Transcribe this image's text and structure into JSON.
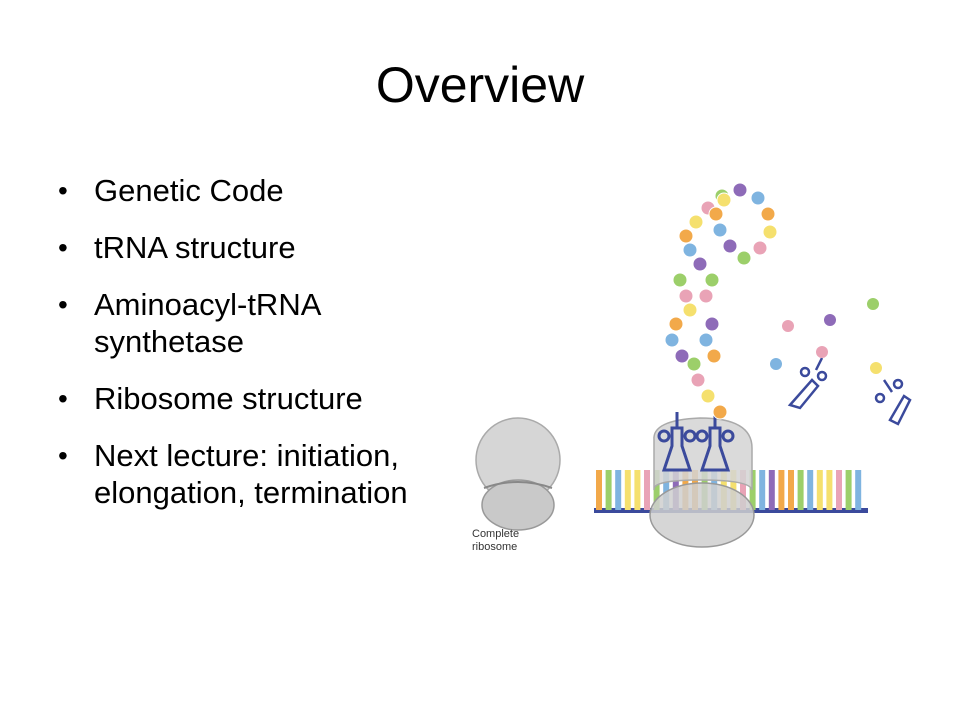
{
  "slide": {
    "title": "Overview",
    "bullets": [
      "Genetic Code",
      "tRNA structure",
      "Aminoacyl-tRNA synthetase",
      "Ribosome structure",
      "Next lecture: initiation, elongation, termination"
    ],
    "bullet_glyph": "•"
  },
  "figure": {
    "caption_line1": "Complete",
    "caption_line2": "ribosome",
    "colors": {
      "ribosome": "#d9d9d9",
      "trna": "#3b4a9c",
      "mrna": "#3b4a9c",
      "yellow": "#f5e06e",
      "orange": "#f2a94a",
      "green": "#9ccf6a",
      "purple": "#8e6bb8",
      "pink": "#e9a3b6",
      "blue": "#7fb4e0"
    }
  }
}
